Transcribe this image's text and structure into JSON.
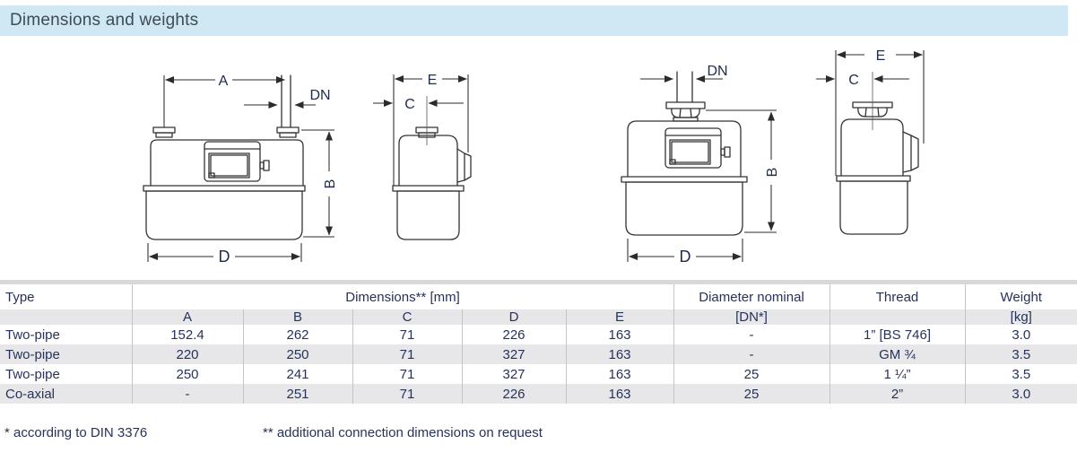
{
  "title": "Dimensions and weights",
  "diagrams": {
    "labels": {
      "a": "A",
      "b": "B",
      "c": "C",
      "d": "D",
      "e": "E",
      "dn": "DN"
    }
  },
  "table": {
    "header": {
      "type": "Type",
      "dimensions": "Dimensions** [mm]",
      "diameter": "Diameter nominal",
      "thread": "Thread",
      "weight": "Weight"
    },
    "subheader": {
      "a": "A",
      "b": "B",
      "c": "C",
      "d": "D",
      "e": "E",
      "dn": "[DN*]",
      "kg": "[kg]"
    },
    "rows": [
      {
        "type": "Two-pipe",
        "a": "152.4",
        "b": "262",
        "c": "71",
        "d": "226",
        "e": "163",
        "dn": "-",
        "thread": "1” [BS 746]",
        "weight": "3.0"
      },
      {
        "type": "Two-pipe",
        "a": "220",
        "b": "250",
        "c": "71",
        "d": "327",
        "e": "163",
        "dn": "-",
        "thread": "GM ¾",
        "weight": "3.5"
      },
      {
        "type": "Two-pipe",
        "a": "250",
        "b": "241",
        "c": "71",
        "d": "327",
        "e": "163",
        "dn": "25",
        "thread": "1 ¼”",
        "weight": "3.5"
      },
      {
        "type": "Co-axial",
        "a": "-",
        "b": "251",
        "c": "71",
        "d": "226",
        "e": "163",
        "dn": "25",
        "thread": "2”",
        "weight": "3.0"
      }
    ]
  },
  "notes": {
    "din": "* according to DIN 3376",
    "additional": "** additional connection dimensions on request"
  },
  "colors": {
    "title_bg": "#cfe8f3",
    "row_alt_bg": "#e7e7e9",
    "text": "#27325a"
  }
}
